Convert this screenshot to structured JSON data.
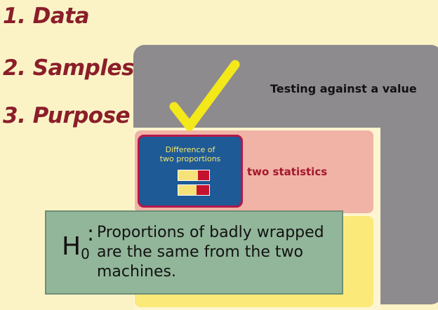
{
  "steps": [
    "1. Data",
    "2. Samples",
    "3. Purpose"
  ],
  "panels": {
    "gray_label": "Testing against a value",
    "pink_label": "two statistics"
  },
  "card": {
    "lines": [
      "Difference of",
      "two proportions"
    ],
    "icon": "two-proportion-bars-icon"
  },
  "checkmark": "checkmark-icon",
  "hypothesis": {
    "symbol": "H",
    "subscript": "0",
    "colon": ":",
    "lines": [
      "Proportions of badly wrapped",
      "are the same from the two",
      "machines."
    ]
  },
  "colors": {
    "accent_red": "#8b1e2a",
    "card_blue": "#1e5a96",
    "check_yellow": "#f3e81a",
    "hypothesis_green": "#92b69a"
  }
}
